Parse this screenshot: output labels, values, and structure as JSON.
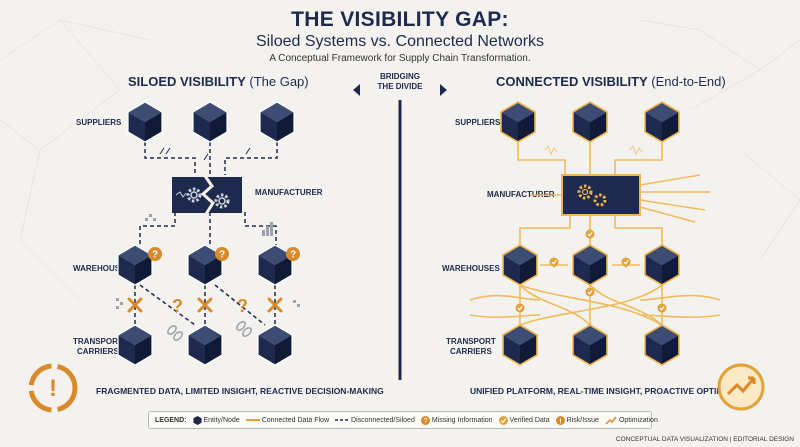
{
  "title": "THE VISIBILITY GAP:",
  "subtitle": "Siloed Systems vs. Connected Networks",
  "tagline": "A Conceptual Framework for Supply Chain Transformation.",
  "left": {
    "heading_bold": "SILOED VISIBILITY",
    "heading_rest": " (The Gap)",
    "caption": "FRAGMENTED DATA, LIMITED INSIGHT, REACTIVE DECISION-MAKING"
  },
  "right": {
    "heading_bold": "CONNECTED VISIBILITY",
    "heading_rest": " (End-to-End)",
    "caption": "UNIFIED PLATFORM, REAL-TIME INSIGHT, PROACTIVE OPTIMIZATION"
  },
  "bridge": {
    "line1": "BRIDGING",
    "line2": "THE DIVIDE"
  },
  "tiers": {
    "suppliers": "SUPPLIERS",
    "manufacturer": "MANUFACTURER",
    "warehouses": "WAREHOUSES",
    "transport1": "TRANSPORT",
    "transport2": "CARRIERS"
  },
  "legend": {
    "title": "LEGEND:",
    "items": [
      "Entity/Node",
      "Connected Data Flow",
      "Disconnected/Siloed",
      "Missing Information",
      "Verified Data",
      "Risk/Issue",
      "Optimization"
    ]
  },
  "footer": "CONCEPTUAL DATA VISUALIZATION | EDITORIAL DESIGN",
  "colors": {
    "navy": "#1d2a4d",
    "gold": "#e2a23a",
    "orange": "#d98a2b"
  },
  "icons": [
    "cube-icon",
    "gear-icon",
    "question-icon",
    "check-icon",
    "warning-icon",
    "optimization-icon",
    "cross-icon",
    "broken-link-icon"
  ]
}
